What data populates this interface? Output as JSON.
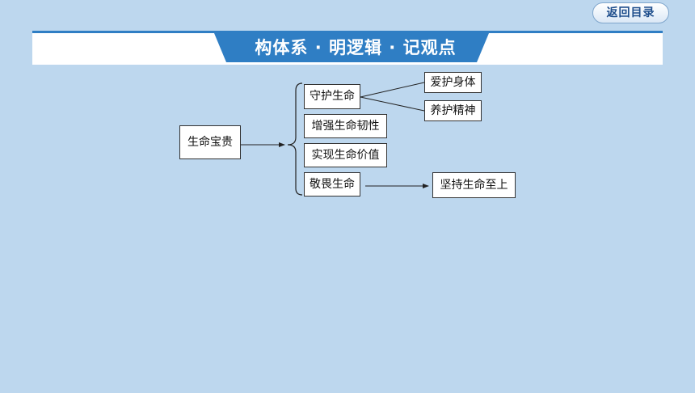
{
  "nav": {
    "back_label": "返回目录"
  },
  "header": {
    "title": "构体系 · 明逻辑 · 记观点"
  },
  "diagram": {
    "root": "生命宝贵",
    "branches": [
      "守护生命",
      "增强生命韧性",
      "实现生命价值",
      "敬畏生命"
    ],
    "guard_children": [
      "爱护身体",
      "养护精神"
    ],
    "revere_child": "坚持生命至上"
  },
  "colors": {
    "background": "#bdd7ee",
    "accent": "#2f7ec4",
    "header_ribbon": "#2f7ec4",
    "node_border": "#333333"
  }
}
